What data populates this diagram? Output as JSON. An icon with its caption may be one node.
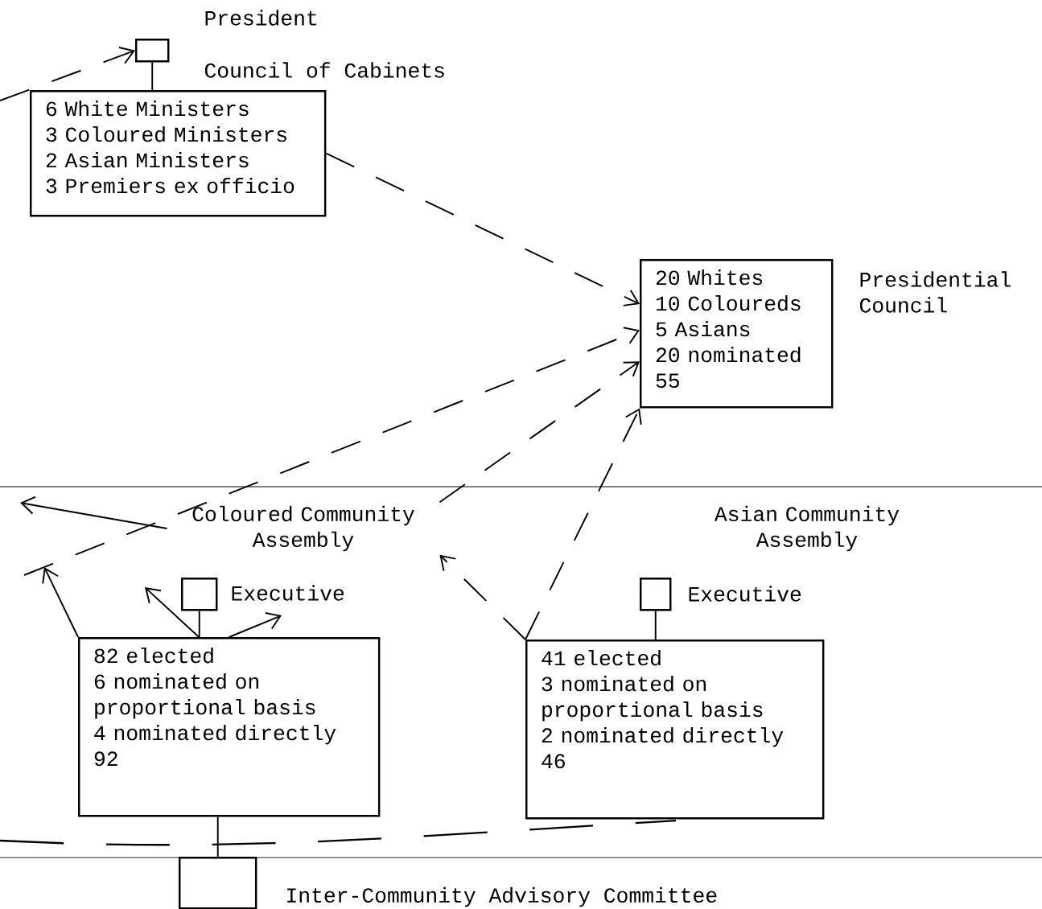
{
  "diagram": {
    "nodes": [
      {
        "text": [
          "President"
        ]
      },
      {
        "text": [
          "Council of Cabinets",
          "6 White Ministers",
          "3 Coloured Ministers",
          "2 Asian Ministers",
          "3 Premiers ex officio"
        ]
      },
      {
        "text": [
          "20 Whites",
          "10 Coloureds",
          "5 Asians",
          "20 nominated",
          "55",
          "Presidential Council"
        ]
      },
      {
        "text": [
          "Coloured Community Assembly"
        ]
      },
      {
        "text": [
          "Asian Community Assembly"
        ]
      },
      {
        "text": [
          "Executive"
        ]
      },
      {
        "text": [
          "Executive"
        ]
      },
      {
        "text": [
          "82 elected",
          "6 nominated on proportional basis",
          "4 nominated directly",
          "92"
        ]
      },
      {
        "text": [
          "41 elected",
          "3 nominated on proportional basis",
          "2 nominated directly",
          "46"
        ]
      },
      {
        "text": [
          "Inter-Community Advisory Committee"
        ]
      }
    ],
    "edges": [
      {
        "from": null,
        "to": 0,
        "arrow": "to",
        "style": "dashed"
      },
      {
        "from": 0,
        "to": 1,
        "arrow": "none"
      },
      {
        "from": 1,
        "to": 2,
        "arrow": "to",
        "style": "dashed"
      },
      {
        "from": null,
        "to": 2,
        "arrow": "to",
        "style": "dashed"
      },
      {
        "from": 3,
        "to": 2,
        "arrow": "to",
        "style": "dashed"
      },
      {
        "from": 8,
        "to": 2,
        "arrow": "to",
        "style": "dashed"
      },
      {
        "from": 8,
        "to": 3,
        "arrow": "to",
        "style": "dashed"
      },
      {
        "from": 5,
        "to": 7,
        "arrow": "none"
      },
      {
        "from": 6,
        "to": 8,
        "arrow": "none"
      },
      {
        "from": 7,
        "to": 9,
        "arrow": "none"
      },
      {
        "from": 3,
        "to": null,
        "arrow": "to"
      },
      {
        "from": 7,
        "to": null,
        "arrow": "to"
      },
      {
        "from": 7,
        "to": null,
        "arrow": "to"
      },
      {
        "from": 7,
        "to": null,
        "arrow": "to"
      }
    ]
  }
}
